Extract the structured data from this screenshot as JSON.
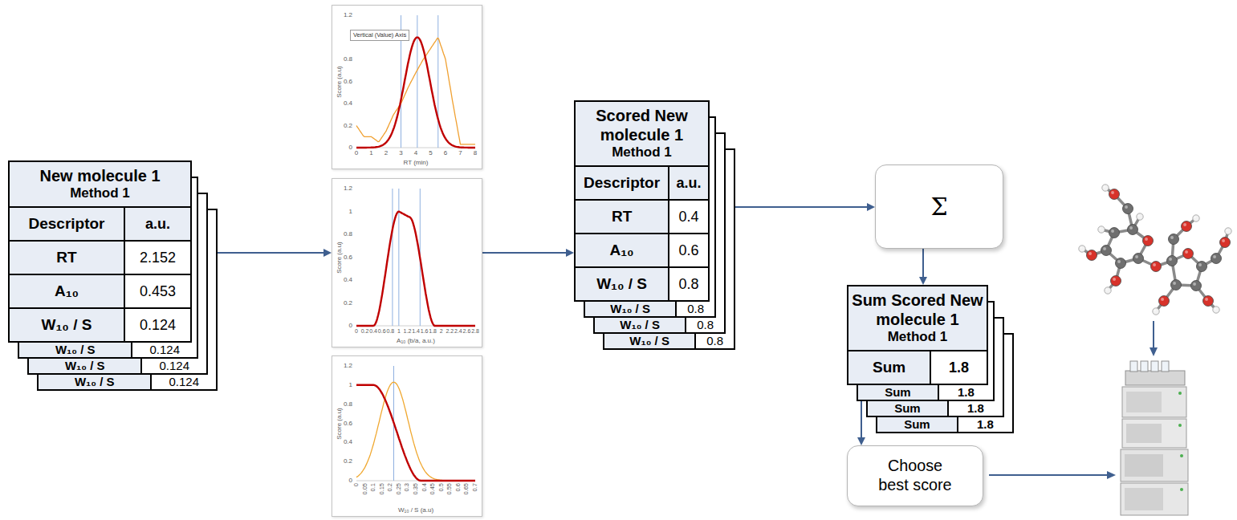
{
  "diagram": {
    "nodes": [
      {
        "text": [
          "New molecule 1",
          "Method 1"
        ]
      },
      {
        "text": [
          "Vertical (Value) Axis",
          "Score (a.u)",
          "RT (min)"
        ]
      },
      {
        "text": [
          "Score (a.u)",
          "A₁₀ (b/a, a.u.)"
        ]
      },
      {
        "text": [
          "Score (a.u)",
          "W₁₀ / S (a.u)"
        ]
      },
      {
        "text": [
          "Scored New molecule 1",
          "Method 1"
        ]
      },
      {
        "text": [
          "Σ"
        ]
      },
      {
        "text": [
          "Sum Scored New molecule 1",
          "Method 1"
        ]
      },
      {
        "text": [
          "Choose best score"
        ]
      }
    ],
    "edges": [
      {
        "from": 0,
        "to": 2,
        "arrow": "to"
      },
      {
        "from": 2,
        "to": 4,
        "arrow": "to"
      },
      {
        "from": 4,
        "to": 5,
        "arrow": "to"
      },
      {
        "from": 5,
        "to": 6,
        "arrow": "to"
      },
      {
        "from": 6,
        "to": 7,
        "arrow": "to"
      }
    ],
    "labels": [
      "Descriptor",
      "a.u.",
      "RT",
      "2.152",
      "A₁₀",
      "0.453",
      "W₁₀ / S",
      "0.124",
      "W₁₀ / S",
      "0.124",
      "W₁₀ / S",
      "0.124",
      "W₁₀ / S",
      "0.124",
      "0",
      "0.2",
      "0.4",
      "0.6",
      "0.8",
      "1.2",
      "0",
      "1",
      "2",
      "3",
      "4",
      "5",
      "6",
      "7",
      "8",
      "0",
      "0.2",
      "0.4",
      "0.6",
      "0.8",
      "1",
      "1.2",
      "0",
      "0.2",
      "0.4",
      "0.6",
      "0.8",
      "1",
      "1.2",
      "1.4",
      "1.6",
      "1.8",
      "2",
      "2.2",
      "2.4",
      "2.6",
      "2.8",
      "0",
      "0.2",
      "0.4",
      "0.6",
      "0.8",
      "1",
      "1.2",
      "0",
      "0.05",
      "0.1",
      "0.15",
      "0.2",
      "0.25",
      "0.3",
      "0.35",
      "0.4",
      "0.45",
      "0.5",
      "0.55",
      "0.6",
      "0.65",
      "0.7",
      "Descriptor",
      "a.u.",
      "RT",
      "0.4",
      "A₁₀",
      "0.6",
      "W₁₀ / S",
      "0.8",
      "W₁₀ / S",
      "0.8",
      "W₁₀ / S",
      "0.8",
      "W₁₀ / S",
      "0.8",
      "Sum",
      "1.8",
      "Sum",
      "1.8",
      "Sum",
      "1.8",
      "Sum",
      "1.8"
    ]
  }
}
